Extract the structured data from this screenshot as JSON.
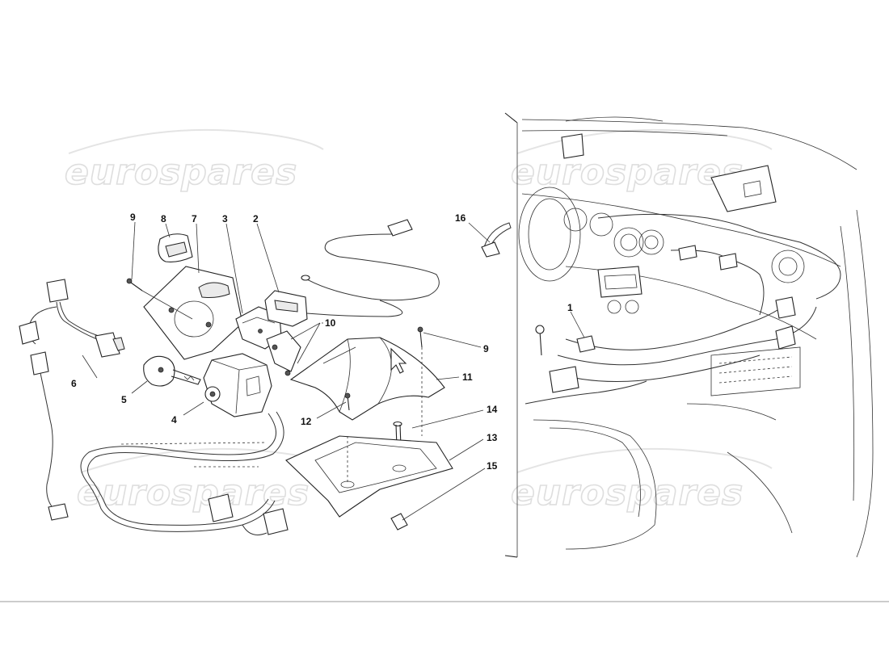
{
  "watermark": "eurospares",
  "callouts": [
    "1",
    "2",
    "3",
    "4",
    "5",
    "6",
    "7",
    "8",
    "9",
    "10",
    "11",
    "12",
    "13",
    "14",
    "15",
    "16"
  ],
  "callout_nine_repeat": "9"
}
